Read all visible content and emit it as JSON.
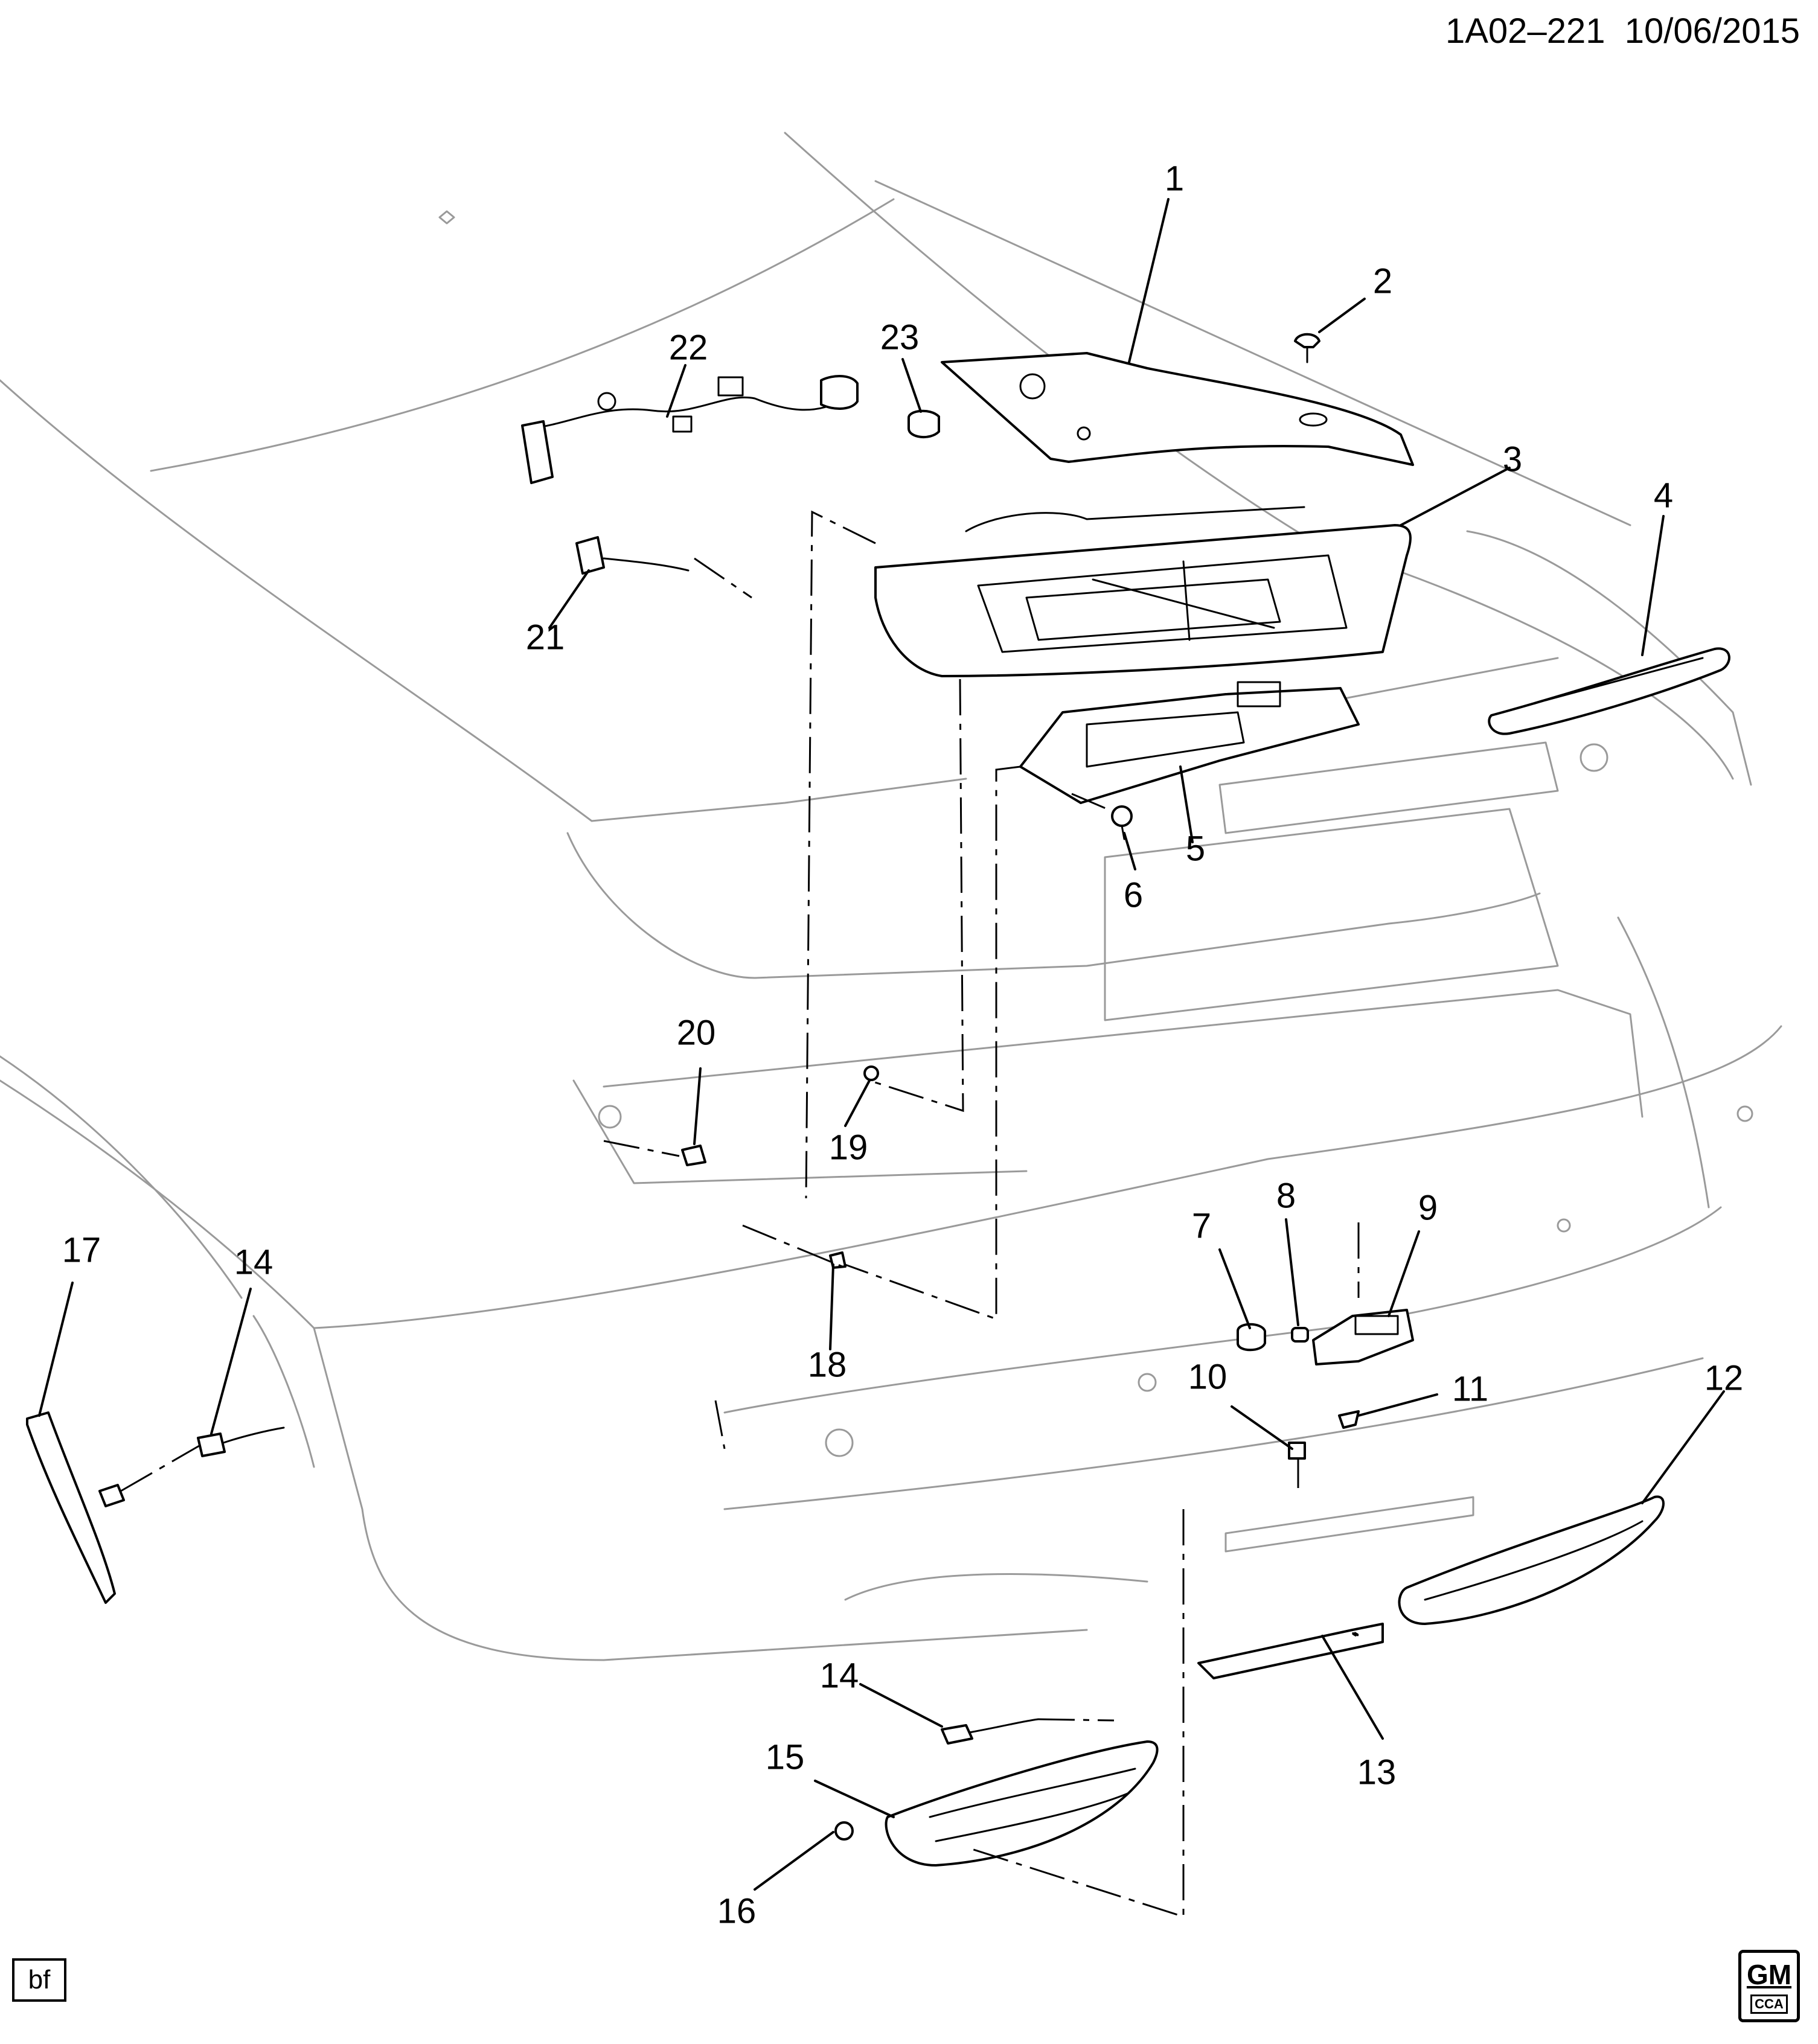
{
  "header": {
    "code": "1A02–221",
    "date": "10/06/2015"
  },
  "callouts": [
    "1",
    "2",
    "3",
    "4",
    "5",
    "6",
    "7",
    "8",
    "9",
    "10",
    "11",
    "12",
    "13",
    "14",
    "14",
    "15",
    "16",
    "17",
    "18",
    "19",
    "20",
    "21",
    "22",
    "23"
  ],
  "footer": {
    "tag": "bf",
    "logo_text": "GM",
    "logo_sub": "CCA"
  }
}
